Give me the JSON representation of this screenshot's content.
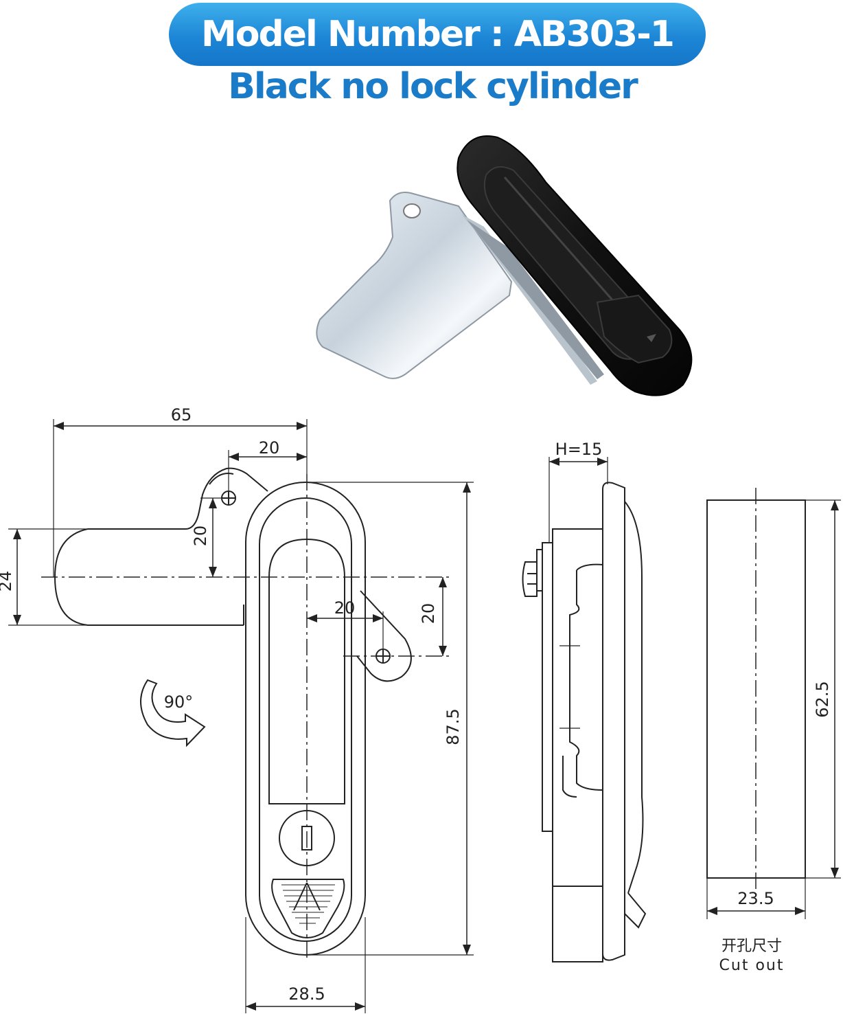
{
  "header": {
    "model_label": "Model Number : AB303-1",
    "variant_label": "Black no lock cylinder"
  },
  "colors": {
    "banner_accent": "#1d86d6",
    "subtitle_text": "#1a7cc9",
    "product_black": "#151515",
    "line": "#222222"
  },
  "front_view": {
    "width_total": "65",
    "pivot_offset_top": "20",
    "pivot_height": "20",
    "tongue_height": "24",
    "pivot_offset_right": "20",
    "pivot_drop": "20",
    "rotation": "90°",
    "overall_height": "87.5",
    "body_width": "28.5"
  },
  "side_view": {
    "depth": "H=15"
  },
  "cutout": {
    "height": "62.5",
    "width": "23.5",
    "label_cn": "开孔尺寸",
    "label_en": "Cut out"
  }
}
